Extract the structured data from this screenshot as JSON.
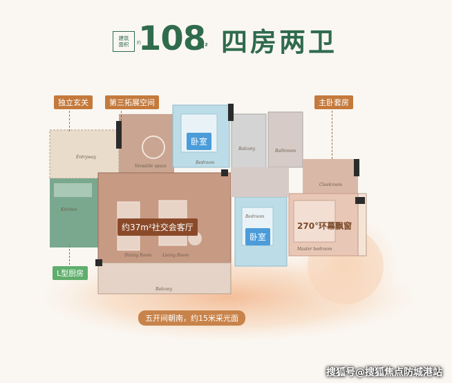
{
  "header": {
    "badge_line1": "建筑",
    "badge_line2": "面积",
    "badge_suffix": "约",
    "area": "108",
    "unit": "M²",
    "layout_title": "四房两卫"
  },
  "tags": {
    "foyer": "独立玄关",
    "third_space": "第三拓展空间",
    "master_suite": "主卧套房",
    "bedroom_1": "卧室",
    "bedroom_2": "卧室",
    "living_hall": "约37m²社交会客厅",
    "kitchen": "L型厨房",
    "bay_window": "270°环幕飘窗",
    "south_facing": "五开间朝南，约15米采光面"
  },
  "room_labels": {
    "entryway": "Entryway",
    "versatile": "Versatile space",
    "bedroom_a": "Bedroom",
    "balcony_a": "Balcony",
    "bathroom_a": "Bathroom",
    "cloakroom": "Cloakroom",
    "kitchen": "Kitchen",
    "dining": "Dining Room",
    "living": "Living Room",
    "bedroom_b": "Bedroom",
    "master": "Master bedroom",
    "balcony_b": "Balcony"
  },
  "watermark": "搜狐号@搜狐焦点防城港站",
  "colors": {
    "brand_green": "#2f6b4c",
    "tag_orange": "#c47a3c",
    "tag_green": "#5fae6c",
    "tag_blue": "#4b9cd9",
    "living_floor": "#c79a84",
    "bedroom_blue": "#bcdde8"
  }
}
